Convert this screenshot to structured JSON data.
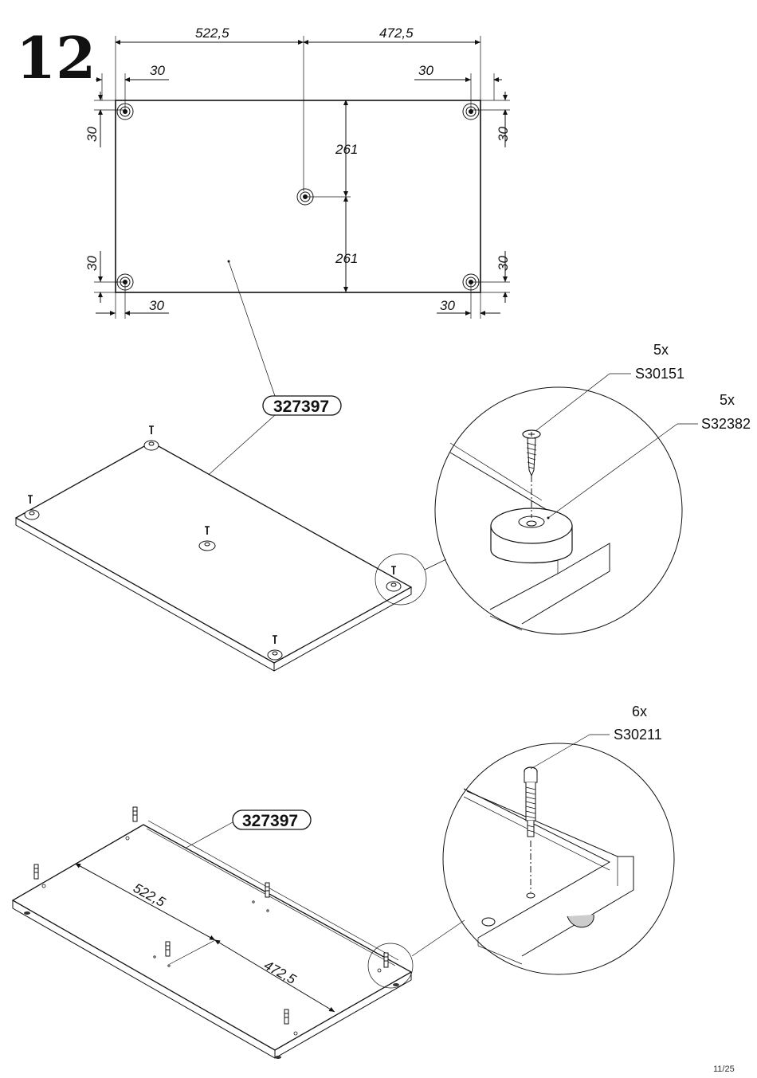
{
  "step": {
    "number": "12"
  },
  "top_view": {
    "dim_left_span": "522,5",
    "dim_right_span": "472,5",
    "dim_edge_top_left": "30",
    "dim_edge_top_right": "30",
    "dim_edge_bottom_left": "30",
    "dim_edge_bottom_right": "30",
    "dim_side_left_top": "30",
    "dim_side_left_bottom": "30",
    "dim_side_right_top": "30",
    "dim_side_right_bottom": "30",
    "dim_center_top": "261",
    "dim_center_bottom": "261"
  },
  "assembly_1": {
    "part_label": "327397",
    "callout_screw": {
      "qty": "5x",
      "code": "S30151"
    },
    "callout_foot": {
      "qty": "5x",
      "code": "S32382"
    }
  },
  "assembly_2": {
    "part_label": "327397",
    "dim_left": "522,5",
    "dim_right": "472,5",
    "callout_connector": {
      "qty": "6x",
      "code": "S30211"
    }
  },
  "footer": {
    "page": "11/25"
  }
}
